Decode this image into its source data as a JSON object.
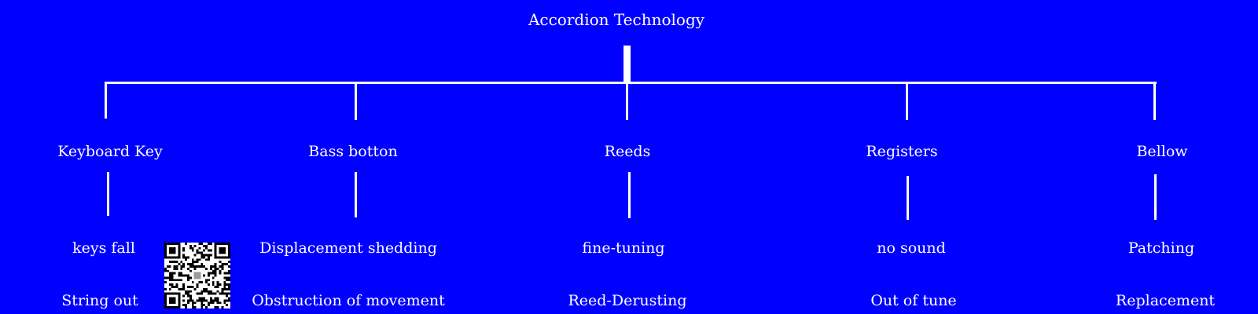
{
  "colors": {
    "background": "#0000fe",
    "foreground": "#ffffff"
  },
  "root": {
    "label": "Accordion Technology"
  },
  "branches": [
    {
      "label": "Keyboard Key",
      "items": [
        "keys fall",
        "String out"
      ]
    },
    {
      "label": "Bass botton",
      "items": [
        "Displacement shedding",
        "Obstruction of movement"
      ]
    },
    {
      "label": "Reeds",
      "items": [
        "fine-tuning",
        "Reed-Derusting"
      ]
    },
    {
      "label": "Registers",
      "items": [
        "no sound",
        "Out of tune"
      ]
    },
    {
      "label": "Bellow",
      "items": [
        "Patching",
        "Replacement"
      ]
    }
  ],
  "qr_code": {
    "icon": "qr-code-icon"
  }
}
